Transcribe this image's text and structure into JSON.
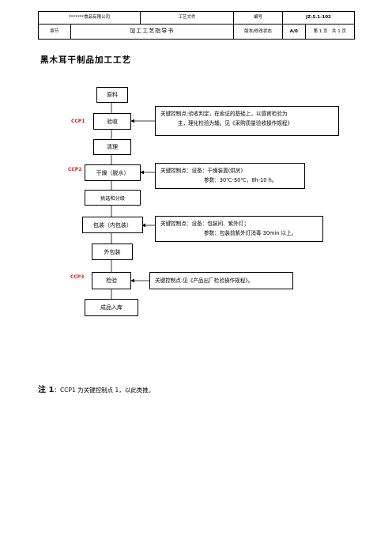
{
  "header": {
    "company": "*******食品有限公司",
    "doc_type": "工艺文件",
    "number_label": "编号",
    "number_value": "JZ-5.1-102",
    "chapter_label": "章节",
    "title": "加工工艺指导书",
    "version_label": "版本/修改状态",
    "version_value": "A/0",
    "page_info": "第 1 页　共 1 页"
  },
  "page_title": "黑木耳干制品加工工艺",
  "flow": {
    "steps": [
      "原料",
      "验收",
      "清理",
      "干燥（脱水）",
      "挑选和分级",
      "包装（内包装）",
      "外包装",
      "检验",
      "成品入库"
    ],
    "ccp_labels": [
      "CCP1",
      "CCP2",
      "CCP3"
    ],
    "notes": {
      "ccp1_line1": "关键控制点:验收判定，在索证的基础上，以感官检验为",
      "ccp1_line2": "主，理化检验为辅。见《采购质量验收操作规程》",
      "ccp2_line1": "关键控制点：设备：干燥装置(烘房)",
      "ccp2_line2": "参数：30℃-50℃，8h-10 h。",
      "pack_line1": "关键控制点：设备：包装间、紫外灯；",
      "pack_line2": "参数：包装前紫外灯消毒 30min 以上。",
      "ccp3_line1": "关键控制点:见《产品出厂检验操作规程》。"
    }
  },
  "footnote": {
    "label": "注 1",
    "text": "：CCP1 为关键控制点 1，以此类推。"
  }
}
